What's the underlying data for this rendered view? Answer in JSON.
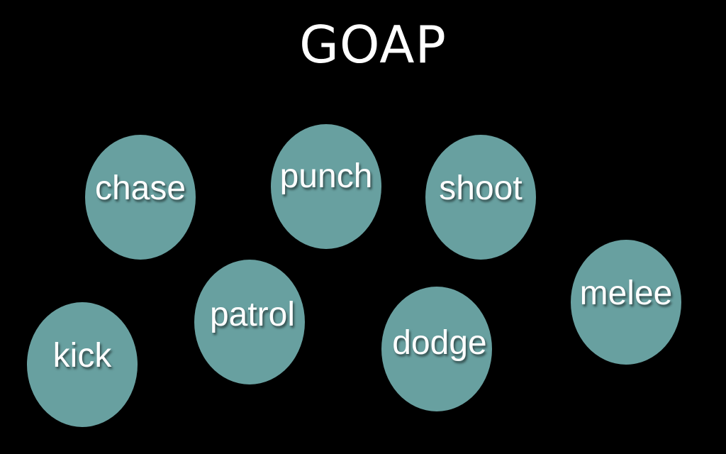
{
  "title": "GOAP",
  "colors": {
    "background": "#000000",
    "node_fill": "#68a0a0",
    "text": "#ffffff"
  },
  "nodes": {
    "chase": "chase",
    "punch": "punch",
    "shoot": "shoot",
    "patrol": "patrol",
    "kick": "kick",
    "dodge": "dodge",
    "melee": "melee"
  }
}
